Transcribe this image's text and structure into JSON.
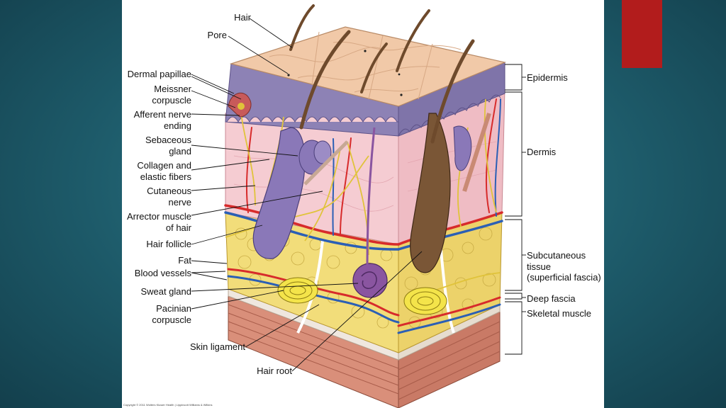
{
  "colors": {
    "background": "#1d5a69",
    "panel": "#ffffff",
    "accent": "#b21c1c",
    "epidermis": "#f1c9a8",
    "dermis": "#f5ccd2",
    "fat": "#f2dd7a",
    "muscle": "#d98f7a",
    "artery": "#d72b2b",
    "vein": "#2b5fb5",
    "nerve": "#e0c33a",
    "follicle": "#8a78b8",
    "hair": "#6e4a2c"
  },
  "labels_left": [
    {
      "id": "hair",
      "text": "Hair"
    },
    {
      "id": "pore",
      "text": "Pore"
    },
    {
      "id": "dermal-papillae",
      "text": "Dermal papillae"
    },
    {
      "id": "meissner-corpuscle",
      "text": "Meissner\ncorpuscle"
    },
    {
      "id": "afferent-nerve-ending",
      "text": "Afferent nerve\nending"
    },
    {
      "id": "sebaceous-gland",
      "text": "Sebaceous\ngland"
    },
    {
      "id": "collagen-elastic-fibers",
      "text": "Collagen and\nelastic fibers"
    },
    {
      "id": "cutaneous-nerve",
      "text": "Cutaneous\nnerve"
    },
    {
      "id": "arrector-muscle",
      "text": "Arrector muscle\nof hair"
    },
    {
      "id": "hair-follicle",
      "text": "Hair follicle"
    },
    {
      "id": "fat",
      "text": "Fat"
    },
    {
      "id": "blood-vessels",
      "text": "Blood vessels"
    },
    {
      "id": "sweat-gland",
      "text": "Sweat gland"
    },
    {
      "id": "pacinian-corpuscle",
      "text": "Pacinian\ncorpuscle"
    },
    {
      "id": "skin-ligament",
      "text": "Skin ligament"
    },
    {
      "id": "hair-root",
      "text": "Hair root"
    }
  ],
  "labels_right": [
    {
      "id": "epidermis",
      "text": "Epidermis"
    },
    {
      "id": "dermis",
      "text": "Dermis"
    },
    {
      "id": "subcutaneous-tissue",
      "text": "Subcutaneous\ntissue\n(superficial fascia)"
    },
    {
      "id": "deep-fascia",
      "text": "Deep fascia"
    },
    {
      "id": "skeletal-muscle",
      "text": "Skeletal muscle"
    }
  ],
  "copyright": "Copyright © 2011 Wolters Kluwer Health | Lippincott Williams & Wilkins"
}
